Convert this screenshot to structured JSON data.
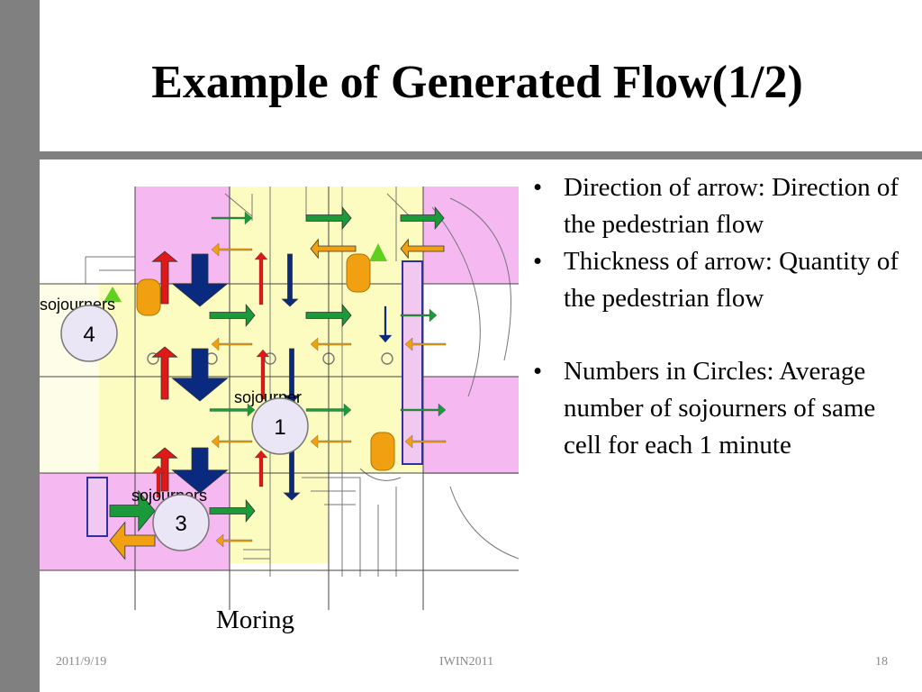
{
  "slide": {
    "title": "Example of Generated Flow(1/2)",
    "caption": "Moring"
  },
  "bullets": [
    {
      "text": "Direction of arrow: Direction of the pedestrian flow"
    },
    {
      "text": "Thickness of arrow: Quantity of the pedestrian flow"
    },
    {
      "text": "Numbers in Circles: Average number of sojourners of same cell for each 1 minute"
    }
  ],
  "circles": [
    {
      "label": "sojourners",
      "number": "4"
    },
    {
      "label": "sojourner",
      "number": "1"
    },
    {
      "label": "sojourners",
      "number": "3"
    }
  ],
  "colors": {
    "flow_right": "#1a9a3a",
    "flow_left": "#f0a010",
    "flow_up": "#e01818",
    "flow_down": "#0a2a80",
    "zone_pink": "#f5b8f0",
    "zone_yellow": "#fdfcc0"
  },
  "footer": {
    "date": "2011/9/19",
    "event": "IWIN2011",
    "page": "18"
  }
}
